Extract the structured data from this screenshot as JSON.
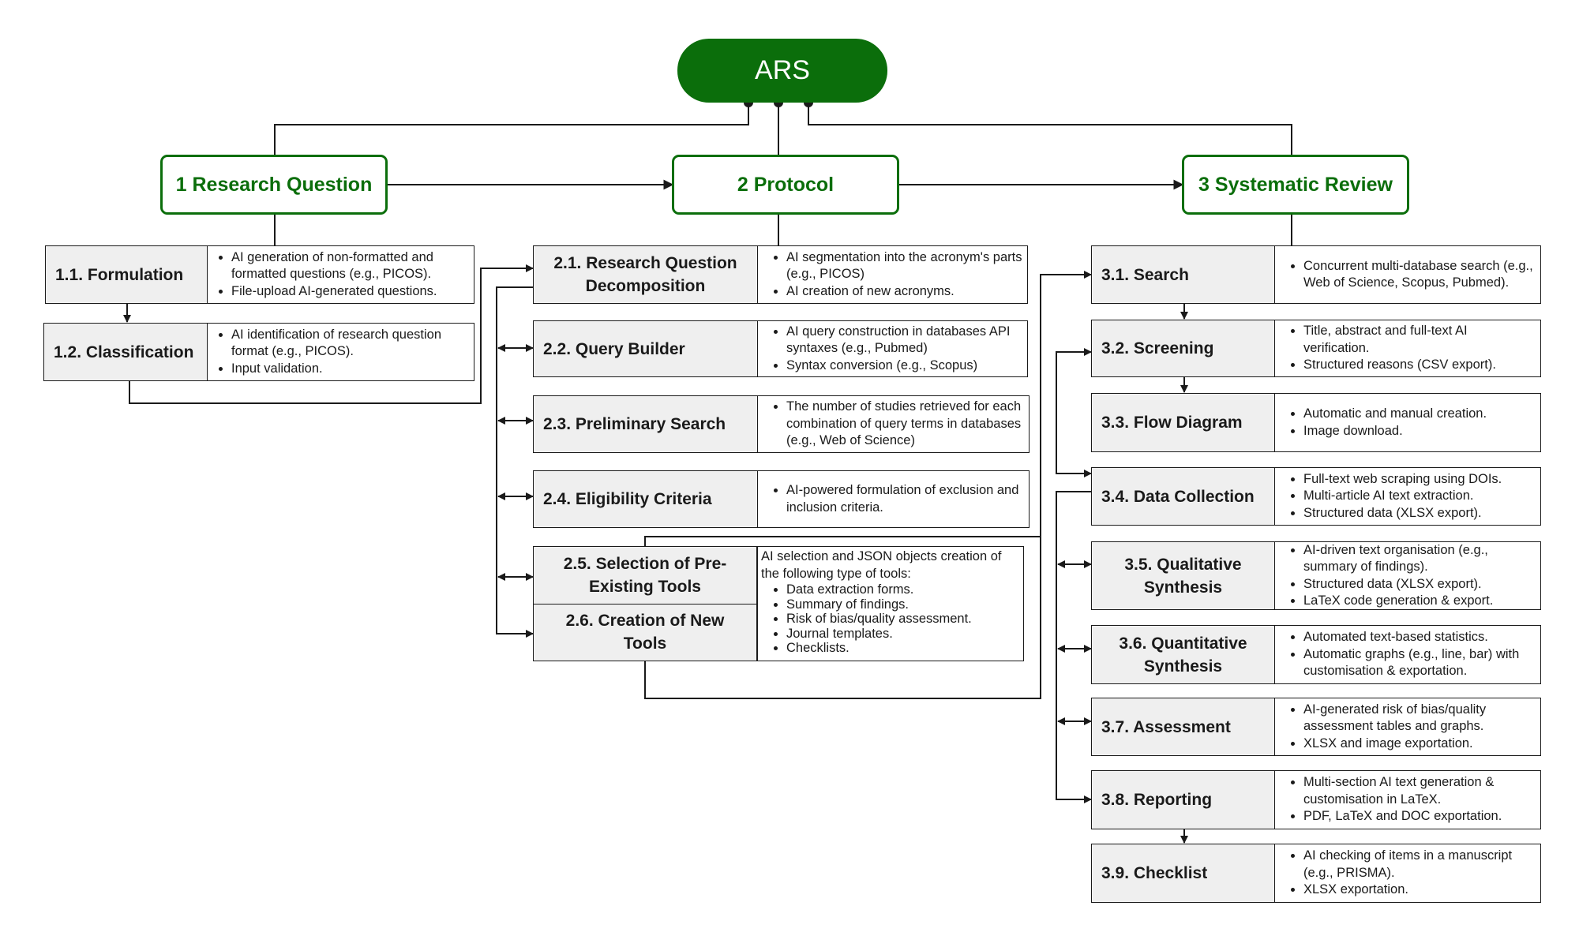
{
  "root": {
    "title": "ARS"
  },
  "phases": [
    {
      "title": "1 Research Question"
    },
    {
      "title": "2 Protocol"
    },
    {
      "title": "3 Systematic Review"
    }
  ],
  "col1": [
    {
      "label": "1.1. Formulation",
      "bullets": [
        "AI generation of non-formatted and formatted questions (e.g., PICOS).",
        "File-upload AI-generated questions."
      ]
    },
    {
      "label": "1.2. Classification",
      "bullets": [
        "AI identification of research question format (e.g., PICOS).",
        "Input validation."
      ]
    }
  ],
  "col2": [
    {
      "label": "2.1. Research Question Decomposition",
      "bullets": [
        "AI segmentation into the acronym's parts (e.g., PICOS)",
        "AI creation of new acronyms."
      ]
    },
    {
      "label": "2.2. Query Builder",
      "bullets": [
        "AI query construction in databases API syntaxes (e.g., Pubmed)",
        "Syntax conversion (e.g., Scopus)"
      ]
    },
    {
      "label": "2.3. Preliminary Search",
      "bullets": [
        "The number of studies retrieved for each combination of query terms in databases (e.g., Web of Science)"
      ]
    },
    {
      "label": "2.4. Eligibility Criteria",
      "bullets": [
        "AI-powered formulation of exclusion and inclusion criteria."
      ]
    }
  ],
  "tools": {
    "label_a": "2.5. Selection of Pre-Existing Tools",
    "label_b": "2.6. Creation of New Tools",
    "intro": "AI selection and JSON objects creation of the following type of tools:",
    "bullets": [
      "Data extraction forms.",
      "Summary of findings.",
      "Risk of bias/quality assessment.",
      "Journal templates.",
      "Checklists."
    ]
  },
  "col3": [
    {
      "label": "3.1. Search",
      "bullets": [
        "Concurrent multi-database search (e.g., Web of Science, Scopus, Pubmed)."
      ]
    },
    {
      "label": "3.2. Screening",
      "bullets": [
        "Title, abstract and full-text AI verification.",
        "Structured reasons (CSV export)."
      ]
    },
    {
      "label": "3.3. Flow Diagram",
      "bullets": [
        "Automatic and manual creation.",
        "Image download."
      ]
    },
    {
      "label": "3.4. Data Collection",
      "bullets": [
        "Full-text web scraping using DOIs.",
        "Multi-article AI text extraction.",
        "Structured data (XLSX export)."
      ]
    },
    {
      "label": "3.5. Qualitative Synthesis",
      "bullets": [
        "AI-driven text organisation (e.g., summary of findings).",
        "Structured data (XLSX export).",
        "LaTeX code generation & export."
      ]
    },
    {
      "label": "3.6. Quantitative Synthesis",
      "bullets": [
        "Automated text-based statistics.",
        "Automatic graphs (e.g., line, bar) with customisation & exportation."
      ]
    },
    {
      "label": "3.7. Assessment",
      "bullets": [
        "AI-generated risk of bias/quality assessment tables and graphs.",
        "XLSX and image exportation."
      ]
    },
    {
      "label": "3.8. Reporting",
      "bullets": [
        "Multi-section AI text generation & customisation in LaTeX.",
        "PDF, LaTeX and DOC exportation."
      ]
    },
    {
      "label": "3.9. Checklist",
      "bullets": [
        "AI checking of items in a manuscript (e.g., PRISMA).",
        "XLSX exportation."
      ]
    }
  ],
  "colors": {
    "accent": "#0b6e0b",
    "label_bg": "#efefef",
    "line": "#1a1a1a"
  }
}
